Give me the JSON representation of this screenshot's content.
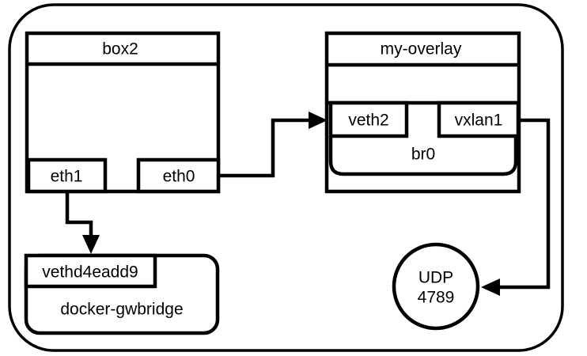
{
  "colors": {
    "ink": "#000000",
    "background": "#ffffff"
  },
  "diagram": {
    "container": {
      "title": "box2",
      "interfaces": [
        {
          "label": "eth1"
        },
        {
          "label": "eth0"
        }
      ]
    },
    "overlay": {
      "title": "my-overlay",
      "interfaces": [
        {
          "label": "veth2"
        },
        {
          "label": "vxlan1"
        }
      ],
      "bridge": {
        "label": "br0"
      }
    },
    "gwbridge": {
      "title": "docker-gwbridge",
      "interface": {
        "label": "vethd4eadd9"
      }
    },
    "udp": {
      "protocol": "UDP",
      "port": "4789"
    }
  }
}
